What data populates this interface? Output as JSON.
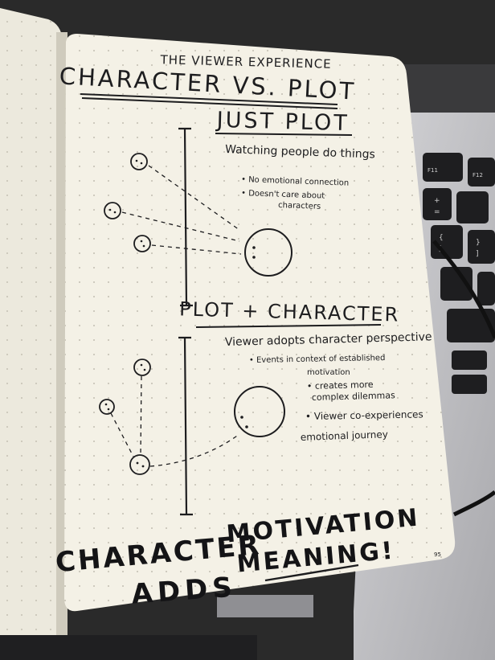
{
  "colors": {
    "paper": "#f4f1e6",
    "left_page": "#ece9dd",
    "ink": "#1d1d1f",
    "laptop": "#c9c9cc",
    "keys": "#1e1e20",
    "background": "#2a2a2a",
    "dots": "#b9b5a8"
  },
  "notebook": {
    "header": "THE VIEWER EXPERIENCE",
    "title": "CHARACTER VS. PLOT",
    "section_1": {
      "heading": "JUST PLOT",
      "caption": "Watching people do things",
      "bullets": [
        "• No emotional connection",
        "• Doesn't care about",
        "characters"
      ]
    },
    "section_2": {
      "heading": "PLOT + CHARACTER",
      "caption": "Viewer adopts character perspective",
      "bullets": [
        "• Events in context of established",
        "motivation",
        "• creates more",
        "complex dilemmas",
        "• Viewer co-experiences",
        "emotional journey"
      ]
    },
    "conclusion": {
      "line_1a": "CHARACTER",
      "line_1b": "MOTIVATION",
      "line_2a": "ADDS",
      "line_2b": "MEANING!"
    },
    "page_number": "95"
  },
  "laptop": {
    "key_labels": [
      "F11",
      "F12",
      "+",
      "=",
      "{",
      "[",
      "}",
      "]"
    ]
  }
}
